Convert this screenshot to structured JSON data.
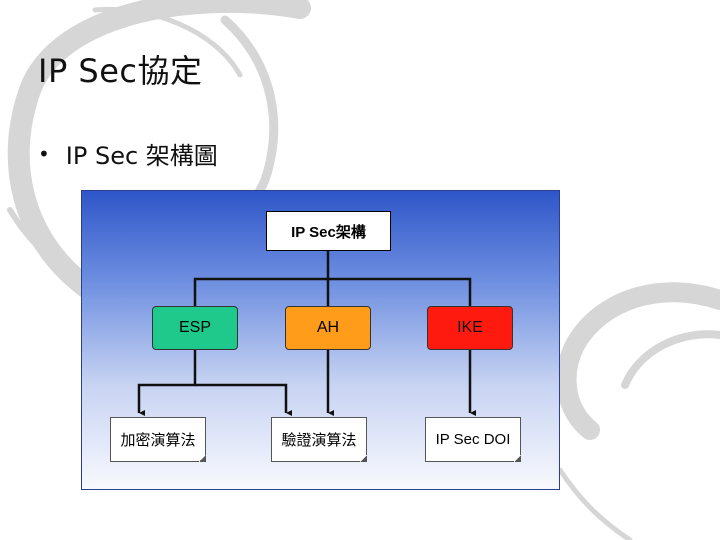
{
  "slide": {
    "title": "IP Sec協定",
    "bullet": "IP Sec 架構圖"
  },
  "diagram": {
    "root": "IP Sec架構",
    "protocols": [
      {
        "label": "ESP",
        "color": "#1fc98c"
      },
      {
        "label": "AH",
        "color": "#ff9c1a"
      },
      {
        "label": "IKE",
        "color": "#ff1a10"
      }
    ],
    "components": [
      {
        "label": "加密演算法"
      },
      {
        "label": "驗證演算法"
      },
      {
        "label": "IP Sec DOI"
      }
    ]
  }
}
